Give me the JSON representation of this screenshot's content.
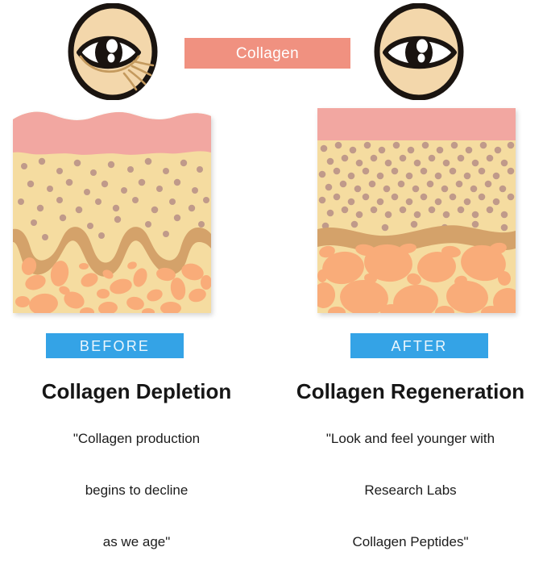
{
  "header": {
    "chip_label": "Collagen",
    "left_eye_icon": "wrinkled-eye-icon",
    "right_eye_icon": "smooth-eye-icon"
  },
  "panels": [
    {
      "id": "before",
      "badge_label": "BEFORE",
      "diagram_name": "skin-cross-section-depleted",
      "surface": "wavy",
      "dermal_boundary": "deeply-undulating",
      "collagen_dots": "sparse",
      "fat_cells": "small-fragmented"
    },
    {
      "id": "after",
      "badge_label": "AFTER",
      "diagram_name": "skin-cross-section-regenerated",
      "surface": "flat",
      "dermal_boundary": "gently-wavy",
      "collagen_dots": "dense",
      "fat_cells": "large-plump"
    }
  ],
  "columns": [
    {
      "title": "Collagen Depletion",
      "quote_lines": [
        "\"Collagen production",
        "begins to decline",
        "as we age\""
      ]
    },
    {
      "title": "Collagen Regeneration",
      "quote_lines": [
        "\"Look and feel younger with",
        "Research Labs",
        "Collagen Peptides\""
      ]
    }
  ],
  "colors": {
    "chip_background": "#f09180",
    "badge_background": "#34a3e6",
    "badge_text": "#eaf6fd",
    "epidermis_pink": "#f2a7a1",
    "dermis_cream": "#f5dca0",
    "boundary_brown": "#d4a26a",
    "collagen_dot": "#c09a8a",
    "fat_cell": "#f9ac79",
    "skin_tone": "#f3d7ab",
    "outline_black": "#1a1410",
    "title_text": "#161616"
  }
}
